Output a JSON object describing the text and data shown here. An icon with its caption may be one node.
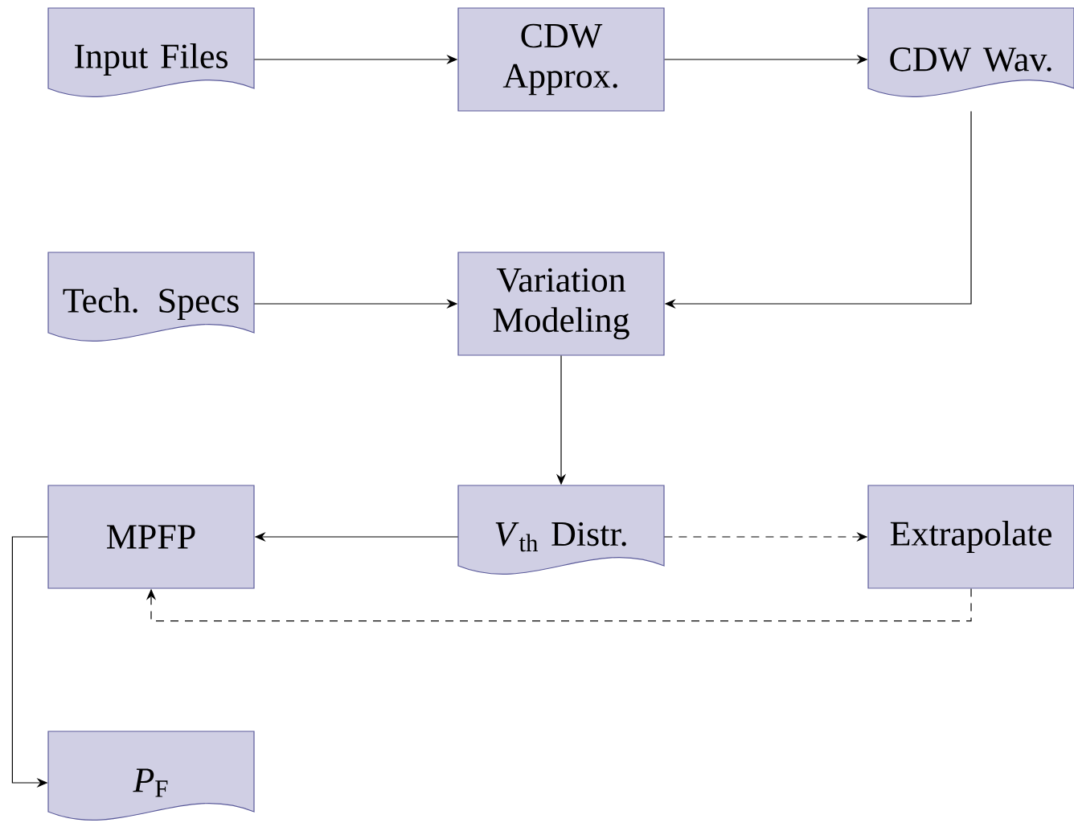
{
  "diagram": {
    "nodes": [
      {
        "text": [
          "Input Files"
        ]
      },
      {
        "text": [
          "CDW Approx."
        ]
      },
      {
        "text": [
          "CDW Wav."
        ]
      },
      {
        "text": [
          "Tech. Specs"
        ]
      },
      {
        "text": [
          "Variation Modeling"
        ]
      },
      {
        "text": [
          "*V*$_{th}$ Distr."
        ]
      },
      {
        "text": [
          "MPFP"
        ]
      },
      {
        "text": [
          "Extrapolate"
        ]
      },
      {
        "text": [
          "*P*$_{F}$"
        ]
      }
    ],
    "edges": [
      {
        "from": 0,
        "to": 1,
        "arrow": "to"
      },
      {
        "from": 1,
        "to": 2,
        "arrow": "to"
      },
      {
        "from": 2,
        "to": 4,
        "arrow": "to"
      },
      {
        "from": 3,
        "to": 4,
        "arrow": "to"
      },
      {
        "from": 4,
        "to": 5,
        "arrow": "to"
      },
      {
        "from": 5,
        "to": 6,
        "arrow": "to"
      },
      {
        "from": 5,
        "to": 7,
        "arrow": "to",
        "style": "dashed"
      },
      {
        "from": 7,
        "to": 6,
        "arrow": "to",
        "style": "dashed"
      },
      {
        "from": 6,
        "to": 8,
        "arrow": "to"
      }
    ]
  }
}
